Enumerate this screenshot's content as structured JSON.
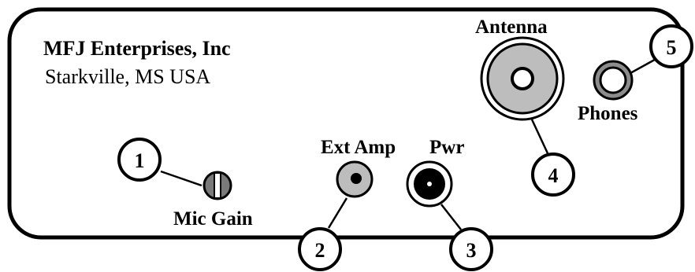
{
  "company": {
    "name": "MFJ Enterprises, Inc",
    "location": "Starkville, MS USA"
  },
  "labels": {
    "mic_gain": "Mic Gain",
    "ext_amp": "Ext Amp",
    "pwr": "Pwr",
    "antenna": "Antenna",
    "phones": "Phones"
  },
  "callouts": [
    "1",
    "2",
    "3",
    "4",
    "5"
  ],
  "colors": {
    "outline": "#000000",
    "jack_gray": "#bdbdbd",
    "knob_gray": "#7a7a7a",
    "background": "#ffffff"
  }
}
